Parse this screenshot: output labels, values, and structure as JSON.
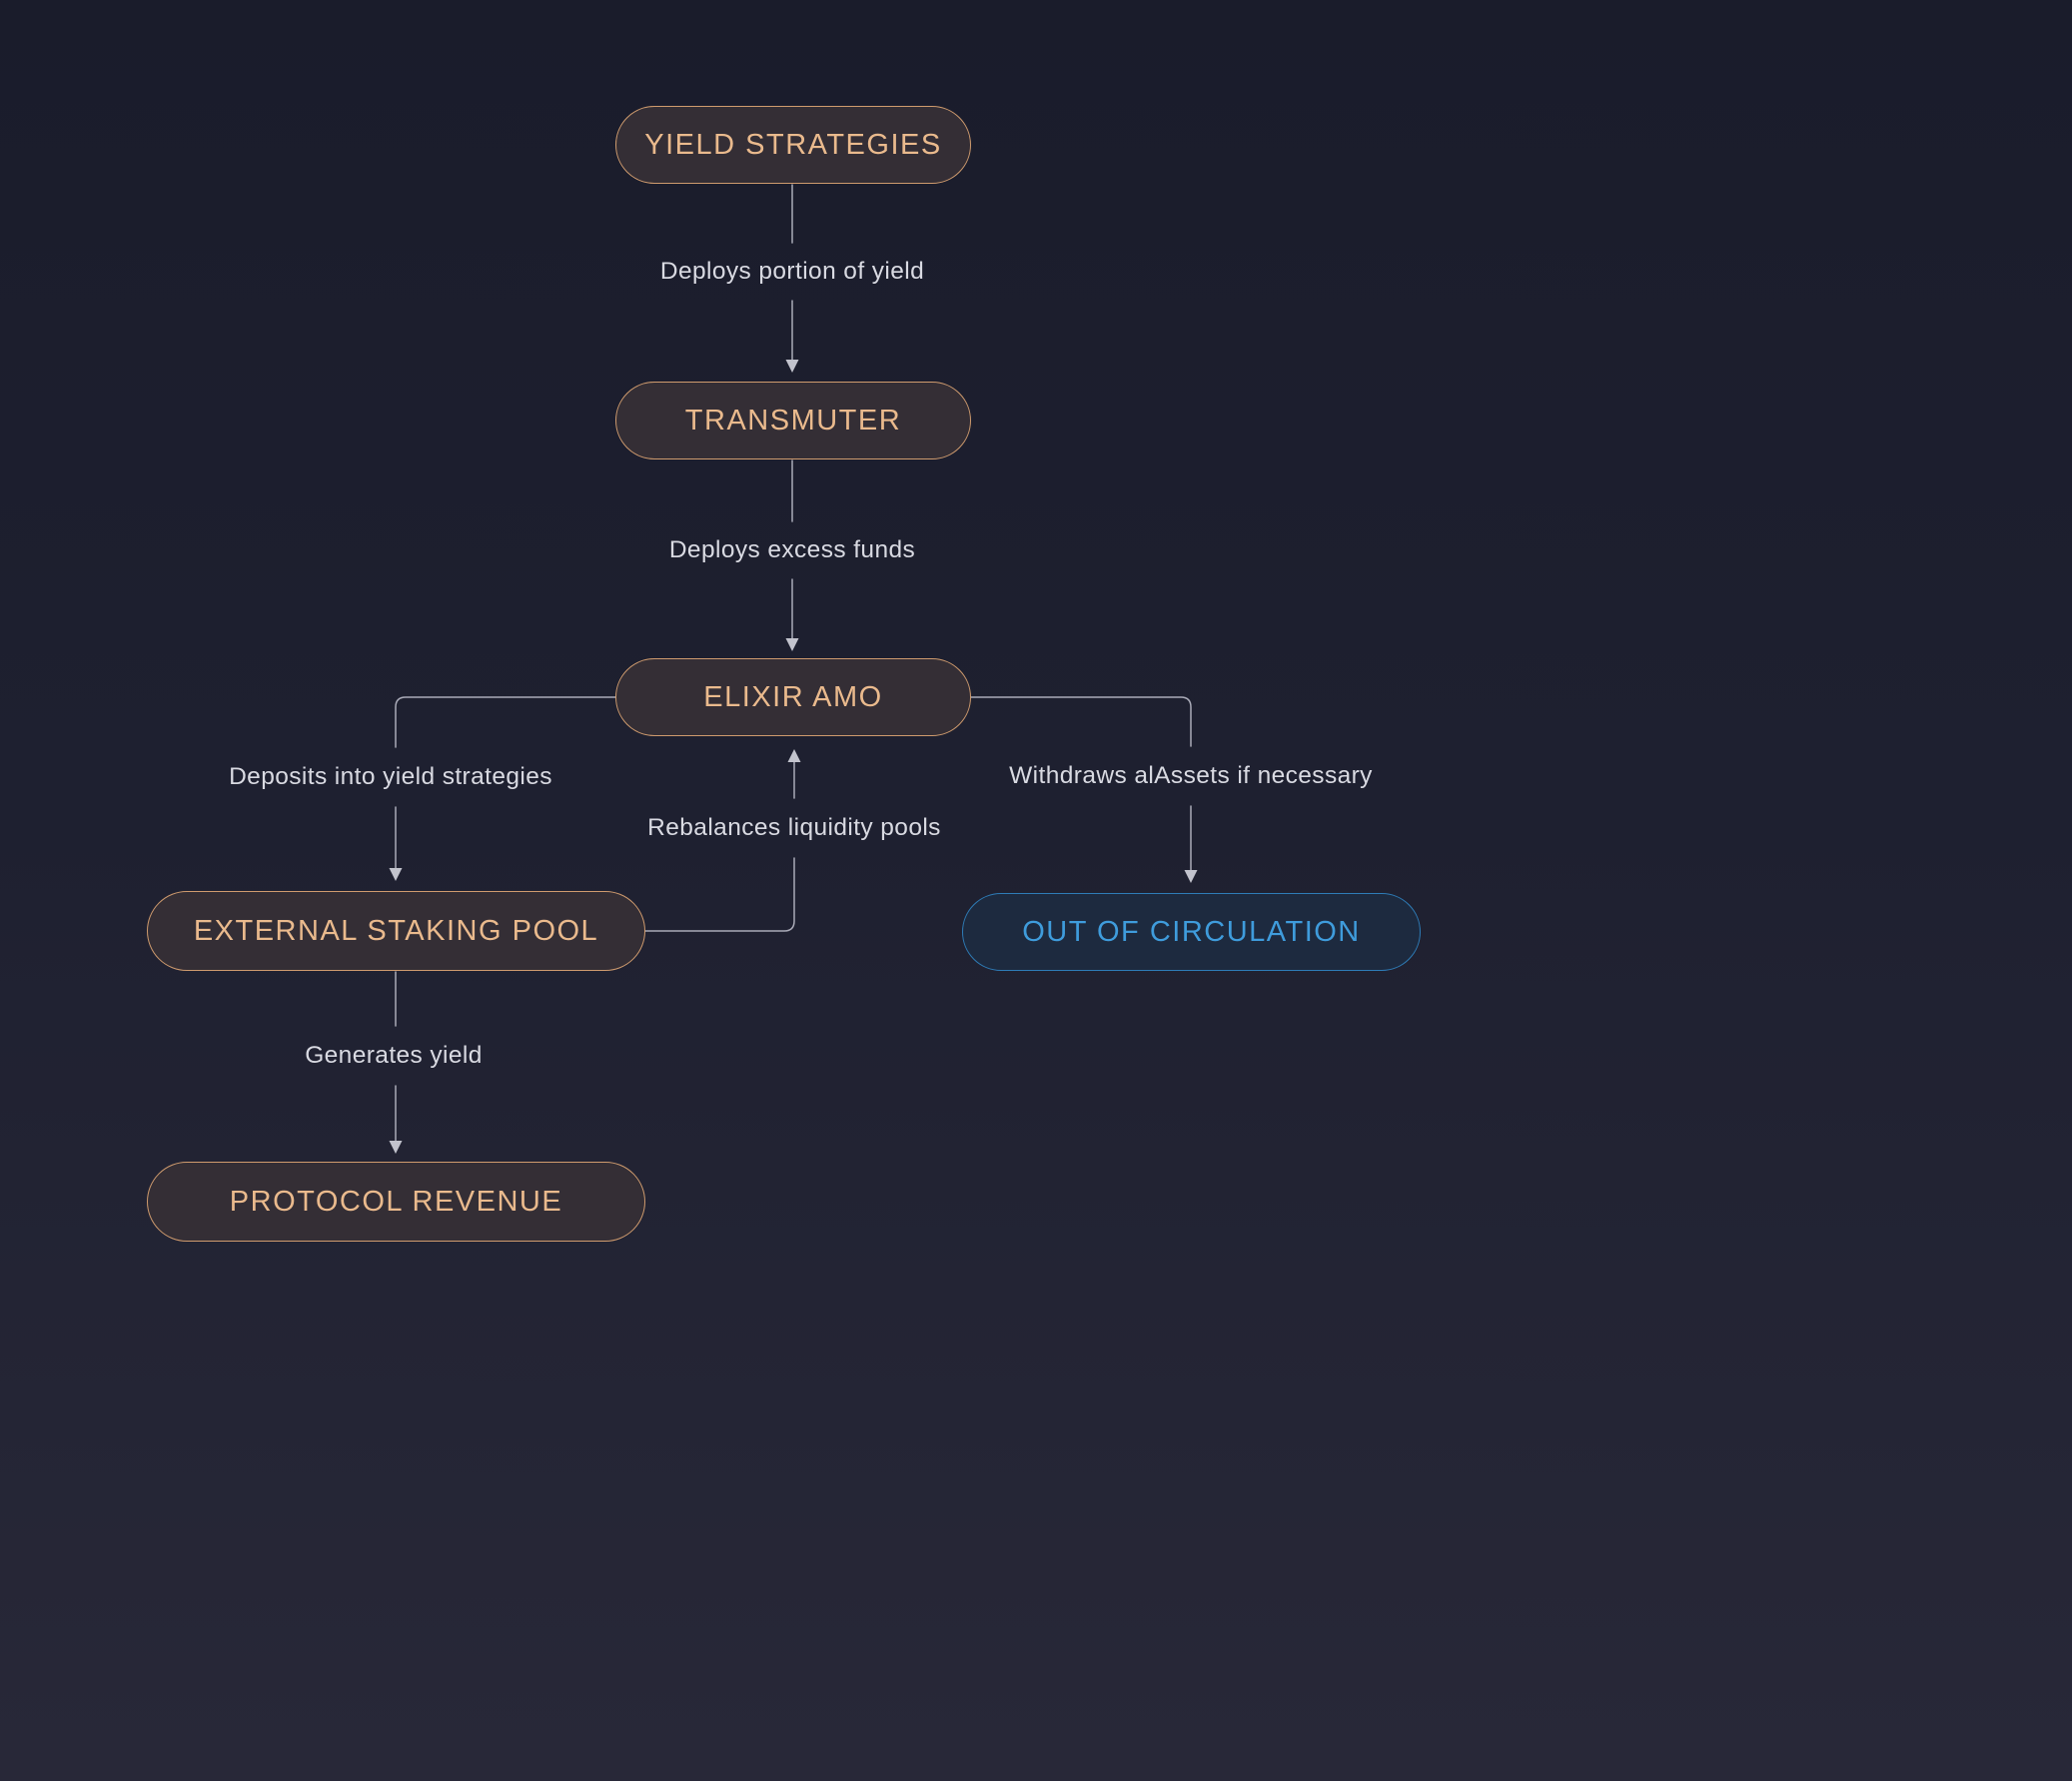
{
  "diagram": {
    "nodes": [
      {
        "id": "yield-strategies",
        "label": "YIELD STRATEGIES",
        "style": "peach"
      },
      {
        "id": "transmuter",
        "label": "TRANSMUTER",
        "style": "peach"
      },
      {
        "id": "elixir-amo",
        "label": "ELIXIR AMO",
        "style": "peach"
      },
      {
        "id": "external-staking-pool",
        "label": "EXTERNAL STAKING POOL",
        "style": "peach"
      },
      {
        "id": "out-of-circulation",
        "label": "OUT OF CIRCULATION",
        "style": "blue"
      },
      {
        "id": "protocol-revenue",
        "label": "PROTOCOL REVENUE",
        "style": "peach"
      }
    ],
    "edges": [
      {
        "from": "yield-strategies",
        "to": "transmuter",
        "label": "Deploys portion of yield"
      },
      {
        "from": "transmuter",
        "to": "elixir-amo",
        "label": "Deploys excess funds"
      },
      {
        "from": "elixir-amo",
        "to": "external-staking-pool",
        "label": "Deposits into yield strategies"
      },
      {
        "from": "external-staking-pool",
        "to": "elixir-amo",
        "label": "Rebalances liquidity pools"
      },
      {
        "from": "elixir-amo",
        "to": "out-of-circulation",
        "label": "Withdraws alAssets if necessary"
      },
      {
        "from": "external-staking-pool",
        "to": "protocol-revenue",
        "label": "Generates yield"
      }
    ],
    "colors": {
      "background_top": "#1a1c2b",
      "background_bottom": "#282838",
      "peach_node_border": "#cf9b6e",
      "peach_node_text": "#eaba8d",
      "peach_node_fill": "#342e35",
      "blue_node_border": "#2e7cb7",
      "blue_node_text": "#3f9cdc",
      "blue_node_fill": "#1d2a3f",
      "edge_line": "#aaabb8",
      "edge_label_text": "#d9dae2"
    }
  }
}
